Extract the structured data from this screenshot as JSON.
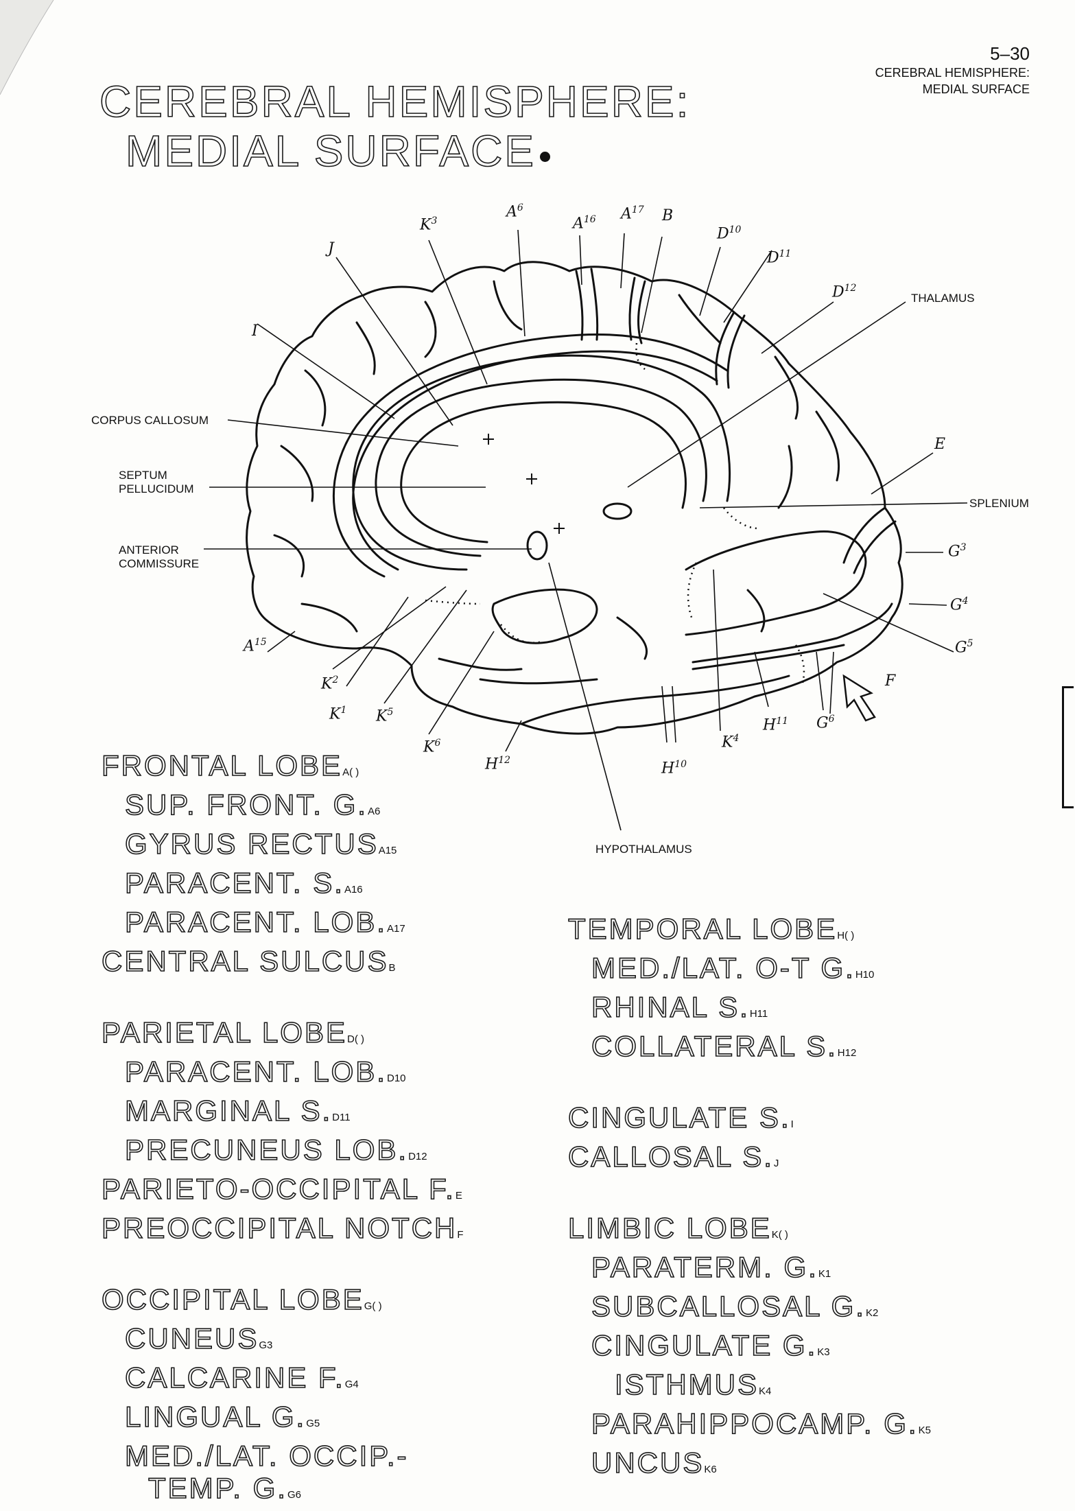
{
  "page": {
    "title_line1": "CEREBRAL HEMISPHERE:",
    "title_line2": "MEDIAL SURFACE",
    "plate_number": "5–30",
    "plate_title_line1": "CEREBRAL HEMISPHERE:",
    "plate_title_line2": "MEDIAL SURFACE"
  },
  "diagram_labels": {
    "corpus_callosum": "CORPUS CALLOSUM",
    "septum_line1": "SEPTUM",
    "septum_line2": "PELLUCIDUM",
    "anterior_line1": "ANTERIOR",
    "anterior_line2": "COMMISSURE",
    "thalamus": "THALAMUS",
    "splenium": "SPLENIUM",
    "hypothalamus": "HYPOTHALAMUS"
  },
  "handwritten": {
    "I": "I",
    "J": "J",
    "K3": "K",
    "K3_sup": "3",
    "A6": "A",
    "A6_sup": "6",
    "A16": "A",
    "A16_sup": "16",
    "A17": "A",
    "A17_sup": "17",
    "B": "B",
    "D10": "D",
    "D10_sup": "10",
    "D11": "D",
    "D11_sup": "11",
    "D12": "D",
    "D12_sup": "12",
    "E": "E",
    "G3": "G",
    "G3_sup": "3",
    "G4": "G",
    "G4_sup": "4",
    "G5": "G",
    "G5_sup": "5",
    "F": "F",
    "G6": "G",
    "G6_sup": "6",
    "H11": "H",
    "H11_sup": "11",
    "K4": "K",
    "K4_sup": "4",
    "H10": "H",
    "H10_sup": "10",
    "H12": "H",
    "H12_sup": "12",
    "K6": "K",
    "K6_sup": "6",
    "K5": "K",
    "K5_sup": "5",
    "K1": "K",
    "K1_sup": "1",
    "K2": "K",
    "K2_sup": "2",
    "A15": "A",
    "A15_sup": "15"
  },
  "legend_left": [
    {
      "text": "FRONTAL LOBE",
      "sub": "A( )",
      "indent": 0
    },
    {
      "text": "SUP. FRONT. G.",
      "sub": "A6",
      "indent": 1
    },
    {
      "text": "GYRUS RECTUS",
      "sub": "A15",
      "indent": 1
    },
    {
      "text": "PARACENT. S.",
      "sub": "A16",
      "indent": 1
    },
    {
      "text": "PARACENT. LOB.",
      "sub": "A17",
      "indent": 1
    },
    {
      "text": "CENTRAL SULCUS",
      "sub": "B",
      "indent": 0
    },
    {
      "text": "",
      "sub": "",
      "indent": -1
    },
    {
      "text": "PARIETAL LOBE",
      "sub": "D( )",
      "indent": 0
    },
    {
      "text": "PARACENT. LOB.",
      "sub": "D10",
      "indent": 1
    },
    {
      "text": "MARGINAL S.",
      "sub": "D11",
      "indent": 1
    },
    {
      "text": "PRECUNEUS LOB.",
      "sub": "D12",
      "indent": 1
    },
    {
      "text": "PARIETO-OCCIPITAL F.",
      "sub": "E",
      "indent": 0
    },
    {
      "text": "PREOCCIPITAL NOTCH",
      "sub": "F",
      "indent": 0
    },
    {
      "text": "",
      "sub": "",
      "indent": -1
    },
    {
      "text": "OCCIPITAL LOBE",
      "sub": "G( )",
      "indent": 0
    },
    {
      "text": "CUNEUS",
      "sub": "G3",
      "indent": 1
    },
    {
      "text": "CALCARINE F.",
      "sub": "G4",
      "indent": 1
    },
    {
      "text": "LINGUAL G.",
      "sub": "G5",
      "indent": 1
    },
    {
      "text": "MED./LAT. OCCIP.-",
      "sub": "",
      "indent": 1
    },
    {
      "text": "TEMP. G.",
      "sub": "G6",
      "indent": 2
    }
  ],
  "legend_right": [
    {
      "text": "TEMPORAL LOBE",
      "sub": "H( )",
      "indent": 0
    },
    {
      "text": "MED./LAT. O-T G.",
      "sub": "H10",
      "indent": 1
    },
    {
      "text": "RHINAL S.",
      "sub": "H11",
      "indent": 1
    },
    {
      "text": "COLLATERAL S.",
      "sub": "H12",
      "indent": 1
    },
    {
      "text": "",
      "sub": "",
      "indent": -1
    },
    {
      "text": "CINGULATE S.",
      "sub": "I",
      "indent": 0
    },
    {
      "text": "CALLOSAL S.",
      "sub": "J",
      "indent": 0
    },
    {
      "text": "",
      "sub": "",
      "indent": -1
    },
    {
      "text": "LIMBIC LOBE",
      "sub": "K( )",
      "indent": 0
    },
    {
      "text": "PARATERM. G.",
      "sub": "K1",
      "indent": 1
    },
    {
      "text": "SUBCALLOSAL G.",
      "sub": "K2",
      "indent": 1
    },
    {
      "text": "CINGULATE G.",
      "sub": "K3",
      "indent": 1
    },
    {
      "text": "ISTHMUS",
      "sub": "K4",
      "indent": 2
    },
    {
      "text": "PARAHIPPOCAMP. G.",
      "sub": "K5",
      "indent": 1
    },
    {
      "text": "UNCUS",
      "sub": "K6",
      "indent": 1
    }
  ]
}
